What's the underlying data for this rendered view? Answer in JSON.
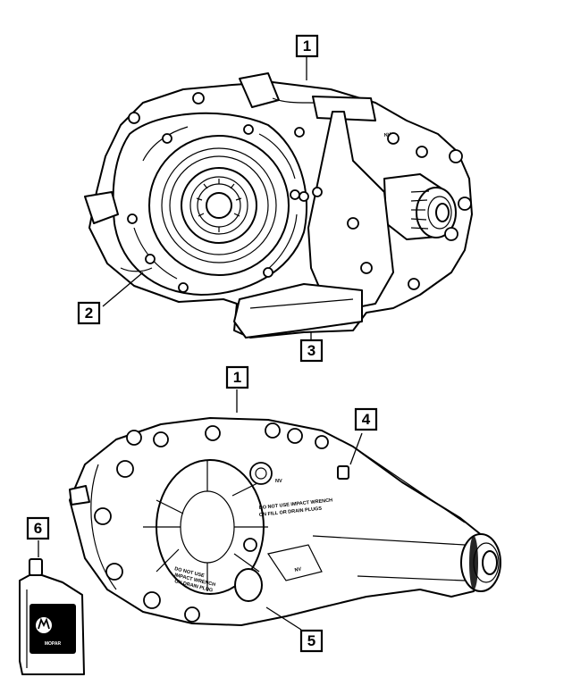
{
  "callouts": [
    {
      "id": "c1a",
      "label": "1"
    },
    {
      "id": "c2",
      "label": "2"
    },
    {
      "id": "c3",
      "label": "3"
    },
    {
      "id": "c1b",
      "label": "1"
    },
    {
      "id": "c4",
      "label": "4"
    },
    {
      "id": "c5",
      "label": "5"
    },
    {
      "id": "c6",
      "label": "6"
    }
  ],
  "case_warnings": {
    "top": [
      "DO NOT USE IMPACT WRENCH",
      "ON FILL OR DRAIN PLUGS"
    ],
    "bottom": [
      "DO NOT USE",
      "IMPACT WRENCH",
      "ON DRAIN PLUG"
    ]
  },
  "brand_logo_text": "MOPAR"
}
